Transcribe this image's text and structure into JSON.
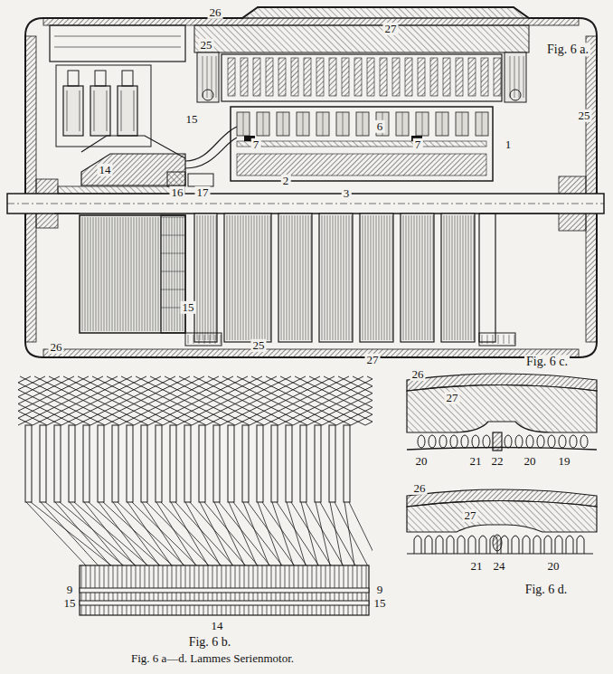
{
  "diagram": {
    "caption": "Fig. 6 a—d. Lammes Serienmotor.",
    "labels": [
      "Fig. 6 a.",
      "26",
      "27",
      "25",
      "14",
      "15",
      "6",
      "7",
      "7",
      "1",
      "2",
      "3",
      "16",
      "17",
      "25",
      "15",
      "26",
      "25",
      "27",
      "Fig. 6 c.",
      "26",
      "27",
      "20",
      "21",
      "22",
      "20",
      "19",
      "Fig. 6 d.",
      "26",
      "27",
      "21",
      "24",
      "20",
      "9",
      "15",
      "14",
      "9",
      "15",
      "Fig. 6 b."
    ]
  }
}
